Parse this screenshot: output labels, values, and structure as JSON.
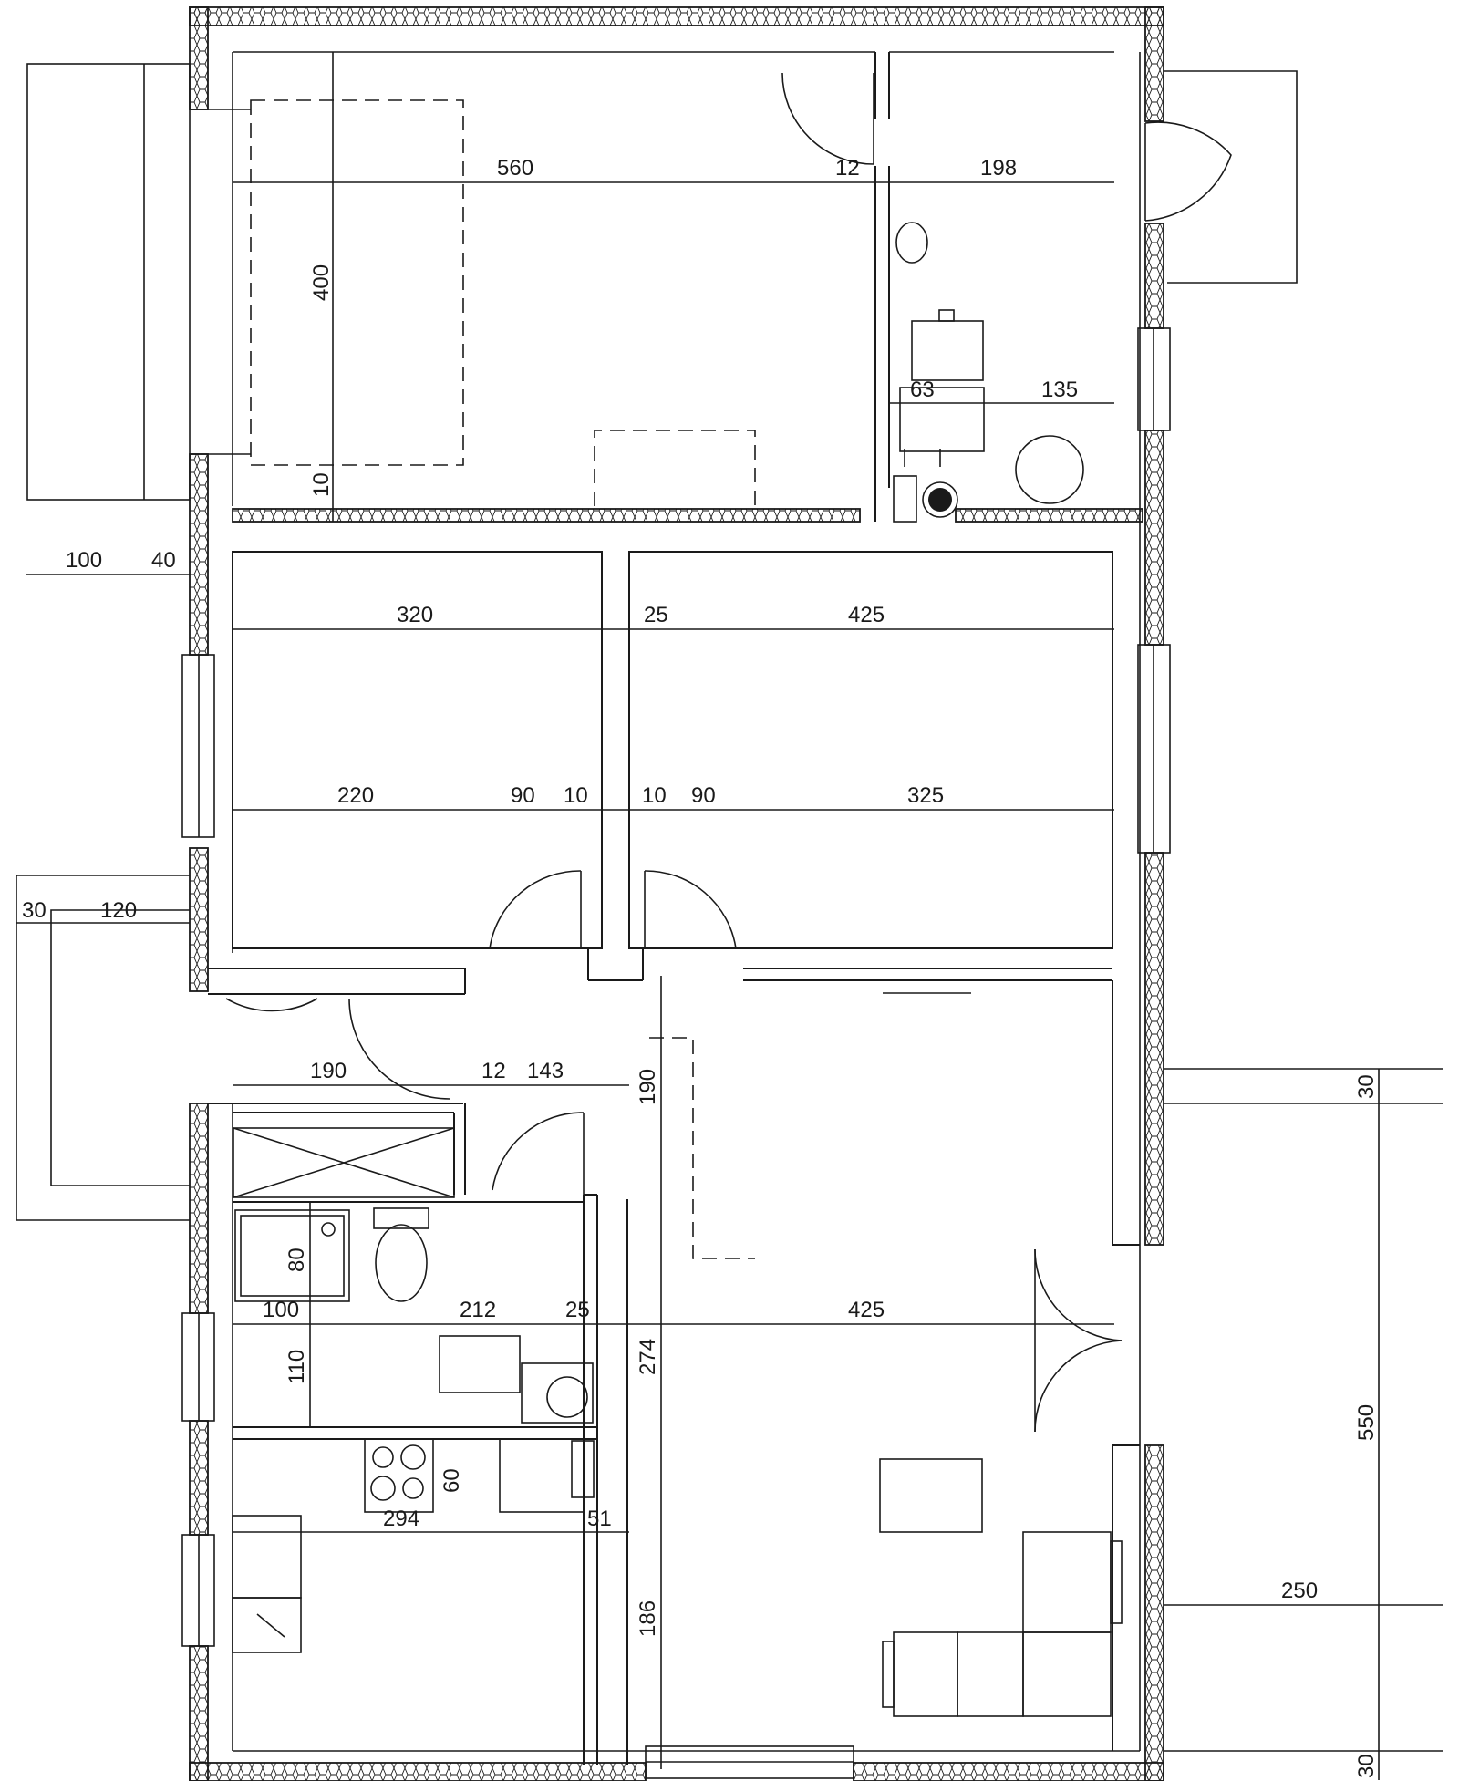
{
  "dimensions": {
    "d560": "560",
    "d12a": "12",
    "d198": "198",
    "d400": "400",
    "d10a": "10",
    "d63": "63",
    "d135": "135",
    "d100a": "100",
    "d40": "40",
    "d320": "320",
    "d25a": "25",
    "d425a": "425",
    "d220": "220",
    "d90a": "90",
    "d10b": "10",
    "d10c": "10",
    "d90b": "90",
    "d325": "325",
    "d30a": "30",
    "d120": "120",
    "d190a": "190",
    "d12b": "12",
    "d143": "143",
    "d190b": "190",
    "d80": "80",
    "d100b": "100",
    "d212": "212",
    "d25b": "25",
    "d425b": "425",
    "d110": "110",
    "d274": "274",
    "d60": "60",
    "d294": "294",
    "d51": "51",
    "d186": "186",
    "d30b": "30",
    "d550": "550",
    "d250": "250",
    "d30c": "30"
  },
  "colors": {
    "line": "#1a1a1a",
    "background": "#ffffff"
  }
}
